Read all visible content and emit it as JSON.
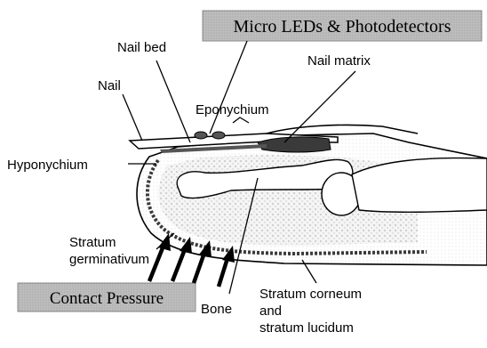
{
  "highlights": {
    "top": "Micro LEDs & Photodetectors",
    "bottom": "Contact Pressure"
  },
  "labels": {
    "nail_bed": "Nail bed",
    "nail_matrix": "Nail matrix",
    "nail": "Nail",
    "eponychium": "Eponychium",
    "hyponychium": "Hyponychium",
    "stratum_germ_1": "Stratum",
    "stratum_germ_2": "germinativum",
    "bone": "Bone",
    "stratum_corneum_1": "Stratum corneum",
    "stratum_corneum_2": "and",
    "stratum_corneum_3": "stratum lucidum"
  },
  "colors": {
    "highlight_fill": "#b8b8b8",
    "stippling": "#c8c8c8",
    "dark_tissue": "#3a3a3a"
  }
}
